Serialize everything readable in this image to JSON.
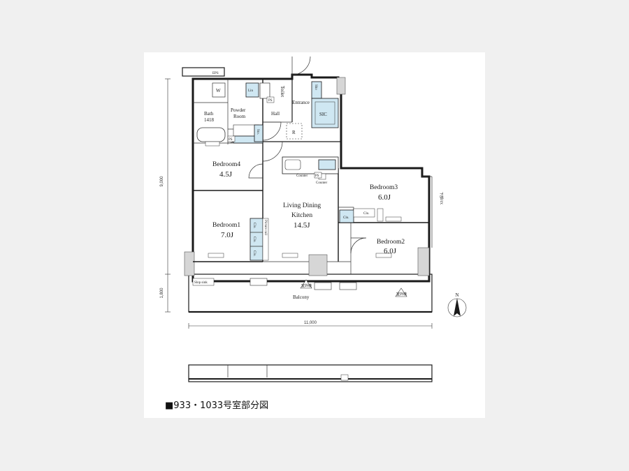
{
  "caption": "■933・1033号室部分図",
  "rooms": {
    "eps": "EPS",
    "w": "W",
    "lin": "Lin",
    "toilet": "Toilet",
    "sho": "Sho",
    "entrance": "Entrance",
    "sic": "SIC",
    "bath": "Bath",
    "bath_size": "1418",
    "powder_room_line1": "Powder",
    "powder_room_line2": "Room",
    "hall": "Hall",
    "fridge": "R",
    "bedroom4": "Bedroom4",
    "bedroom4_size": "4.5J",
    "counter": "Counter",
    "counter2": "Counter",
    "ldk_line1": "Living Dining",
    "ldk_line2": "Kitchen",
    "ldk_size": "14.5J",
    "bedroom3": "Bedroom3",
    "bedroom3_size": "6.0J",
    "bedroom1": "Bedroom1",
    "bedroom1_size": "7.0J",
    "bedroom2": "Bedroom2",
    "bedroom2_size": "6.0J",
    "balcony": "Balcony",
    "clo_b3": "Clo.",
    "clo_b2": "Clo.",
    "clo_b1a": "Clo.",
    "clo_b1b": "Clo.",
    "clo_b1c": "Clo.",
    "sto": "Sto.",
    "ps1": "PS",
    "ps2": "PS",
    "ps3": "PS",
    "slop_sink": "Slop sink",
    "outdoor_unit1": "室外機",
    "outdoor_unit2": "室外機",
    "fix_window": "下部FIX",
    "picture_rail": "Picture rail"
  },
  "dimensions": {
    "height_main": "9,000",
    "height_balcony": "1,800",
    "width": "11,000"
  },
  "compass": "N"
}
